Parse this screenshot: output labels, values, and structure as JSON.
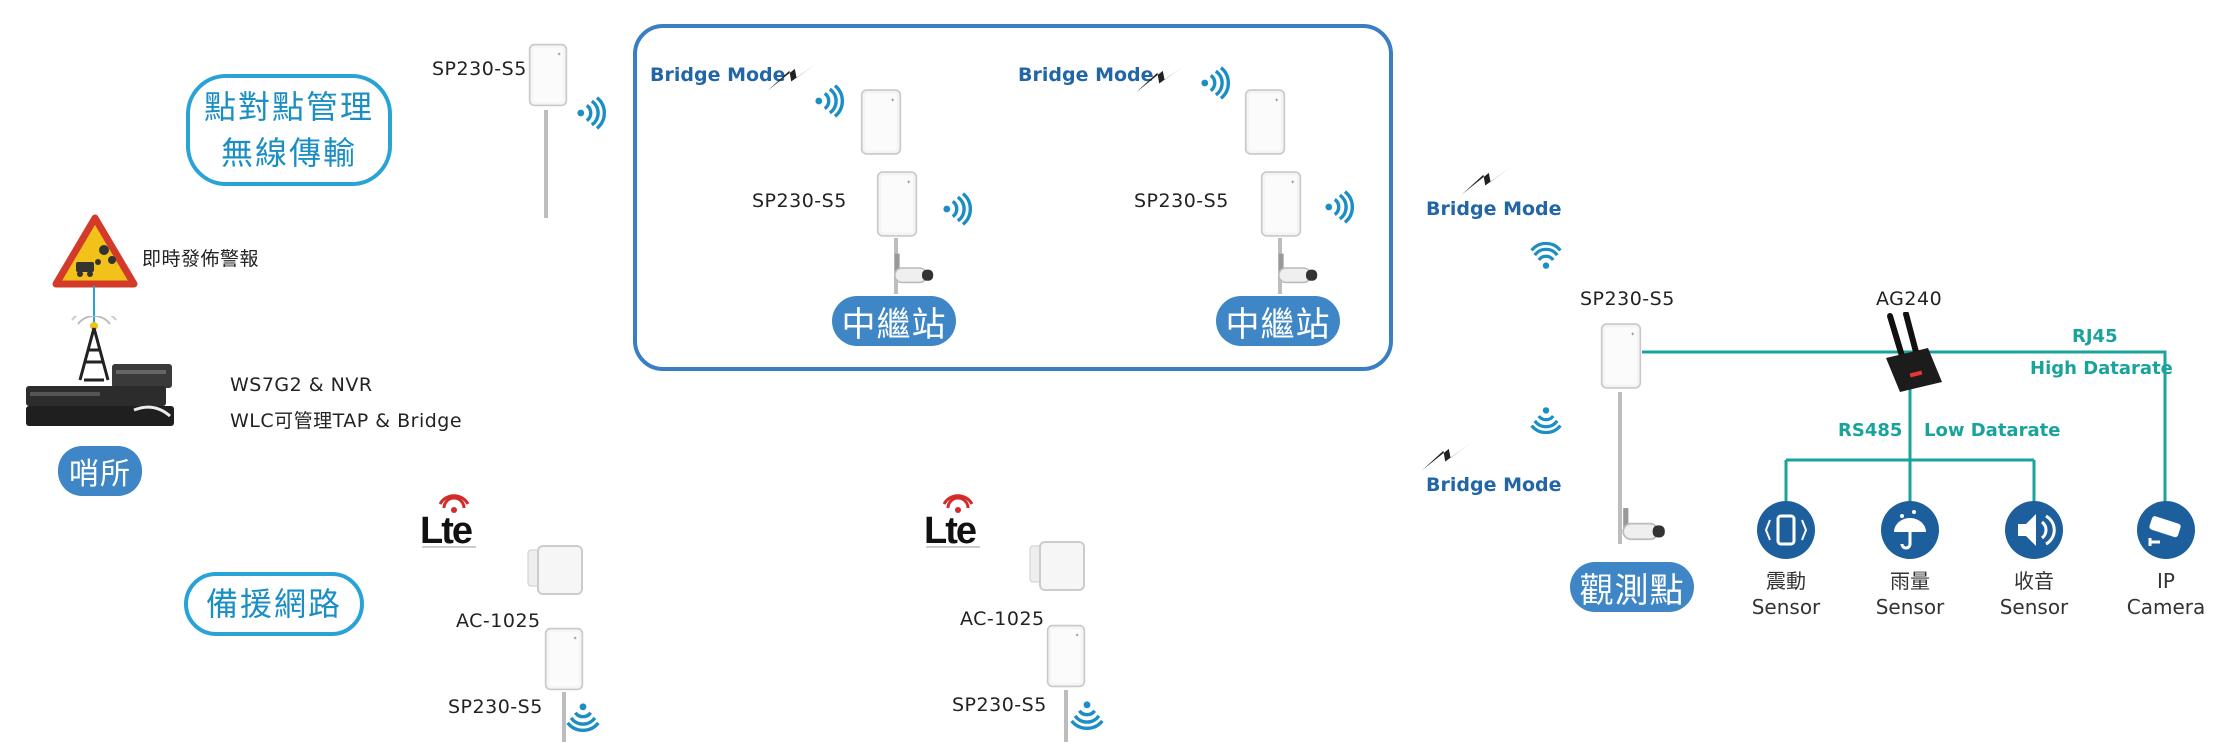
{
  "colors": {
    "accent_blue": "#3f86c7",
    "outline_blue": "#29a3d6",
    "teal": "#1aa39c",
    "wifi": "#1b8fc4"
  },
  "left": {
    "p2p_title_line1": "點對點管理",
    "p2p_title_line2": "無線傳輸",
    "alert_label": "即時發佈警報",
    "device_line1": "WS7G2 & NVR",
    "device_line2": "WLC可管理TAP & Bridge",
    "sentry_label": "哨所",
    "backup_label": "備援網路",
    "top_radio_label": "SP230-S5"
  },
  "relay": {
    "bridge_mode_1": "Bridge Mode",
    "bridge_mode_2": "Bridge Mode",
    "radio_label_1": "SP230-S5",
    "radio_label_2": "SP230-S5",
    "station_1": "中繼站",
    "station_2": "中繼站"
  },
  "backup": {
    "lte_1": "Lte",
    "lte_2": "Lte",
    "ac_1": "AC-1025",
    "ac_2": "AC-1025",
    "radio_1": "SP230-S5",
    "radio_2": "SP230-S5"
  },
  "right": {
    "bridge_mode_top": "Bridge Mode",
    "bridge_mode_bottom": "Bridge Mode",
    "radio_label": "SP230-S5",
    "gateway_label": "AG240",
    "rj45": "RJ45",
    "high_datarate": "High Datarate",
    "rs485": "RS485",
    "low_datarate": "Low Datarate",
    "observation_label": "觀測點",
    "sensors": [
      {
        "icon": "vibration-sensor-icon",
        "line1": "震動",
        "line2": "Sensor"
      },
      {
        "icon": "rain-sensor-icon",
        "line1": "雨量",
        "line2": "Sensor"
      },
      {
        "icon": "sound-sensor-icon",
        "line1": "收音",
        "line2": "Sensor"
      },
      {
        "icon": "ip-camera-icon",
        "line1": "IP",
        "line2": "Camera"
      }
    ]
  }
}
